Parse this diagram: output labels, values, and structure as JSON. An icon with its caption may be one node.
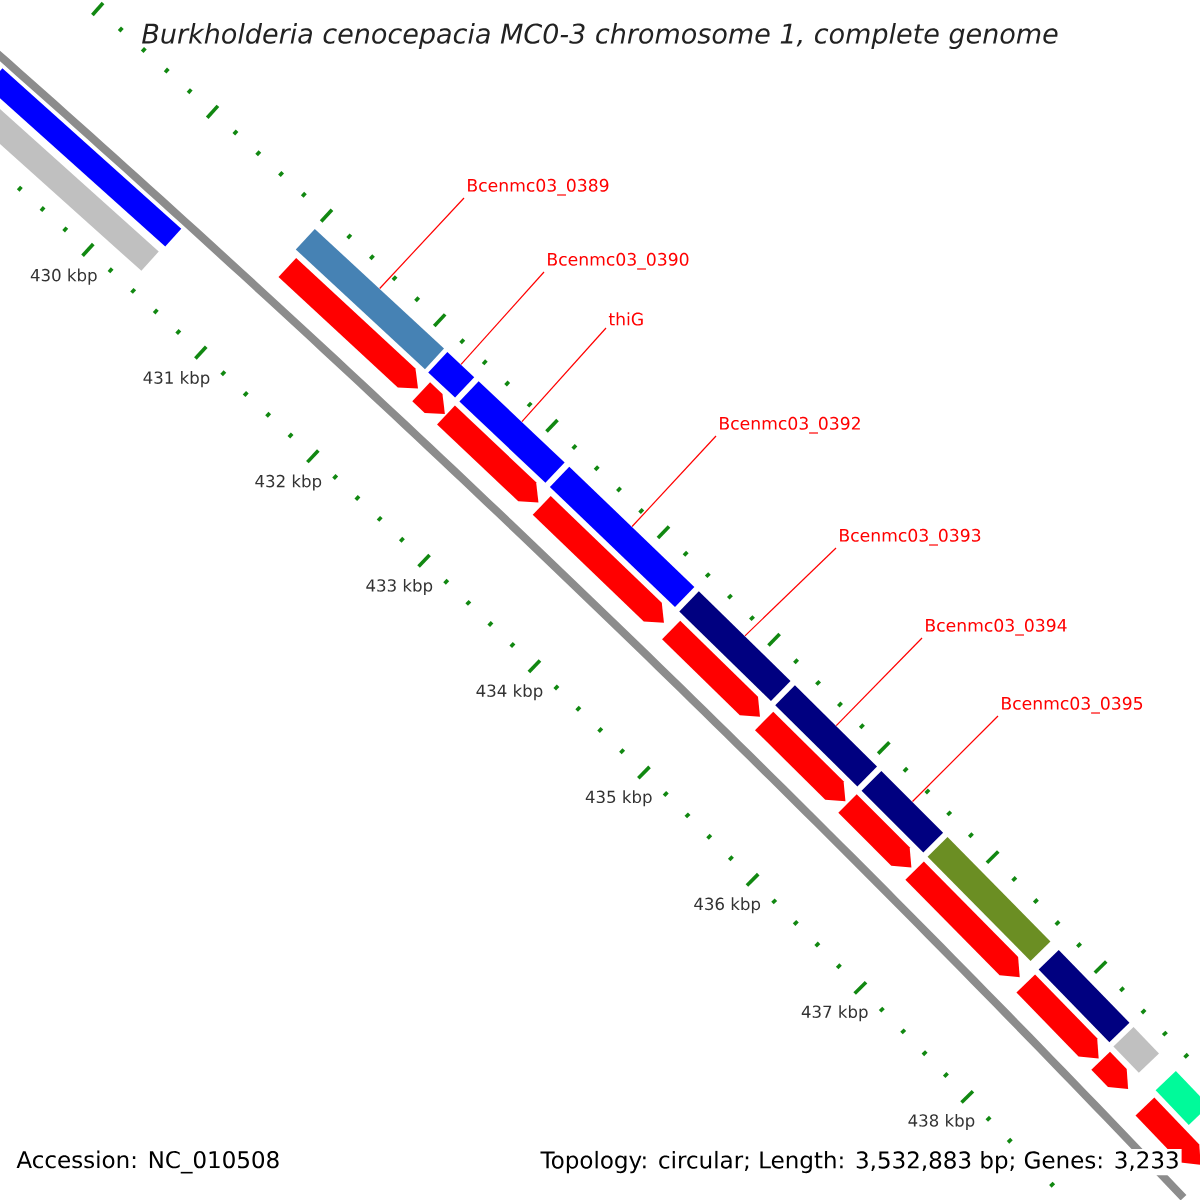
{
  "diagram": {
    "title": "Burkholderia cenocepacia MC0-3 chromosome 1, complete genome",
    "nodes": [
      {
        "text": [
          "Bcenmc03_0389"
        ]
      },
      {
        "text": [
          "Bcenmc03_0390"
        ]
      },
      {
        "text": [
          "thiG"
        ]
      },
      {
        "text": [
          "Bcenmc03_0392"
        ]
      },
      {
        "text": [
          "Bcenmc03_0393"
        ]
      },
      {
        "text": [
          "Bcenmc03_0394"
        ]
      },
      {
        "text": [
          "Bcenmc03_0395"
        ]
      },
      {
        "text": [],
        "shape": "bar"
      },
      {
        "text": [],
        "shape": "bar"
      },
      {
        "text": [],
        "shape": "bar"
      },
      {
        "text": [],
        "shape": "bar"
      },
      {
        "text": [],
        "shape": "bar"
      },
      {
        "text": [],
        "shape": "bar"
      },
      {
        "text": [],
        "shape": "bar"
      },
      {
        "text": [],
        "shape": "bar"
      },
      {
        "text": [],
        "shape": "bar"
      },
      {
        "text": [],
        "shape": "bar"
      },
      {
        "text": [],
        "shape": "bar"
      },
      {
        "text": [],
        "shape": "bar"
      },
      {
        "text": [],
        "shape": "bar"
      },
      {
        "text": [],
        "shape": "arrow"
      },
      {
        "text": [],
        "shape": "arrow"
      },
      {
        "text": [],
        "shape": "arrow"
      },
      {
        "text": [],
        "shape": "arrow"
      },
      {
        "text": [],
        "shape": "arrow"
      },
      {
        "text": [],
        "shape": "arrow"
      },
      {
        "text": [],
        "shape": "arrow"
      },
      {
        "text": [],
        "shape": "arrow"
      },
      {
        "text": [],
        "shape": "arrow"
      },
      {
        "text": [],
        "shape": "arrow"
      },
      {
        "text": [],
        "shape": "arrow"
      }
    ],
    "edges": [
      {
        "from": 0,
        "to": 7,
        "arrow": "none"
      },
      {
        "from": 1,
        "to": 8,
        "arrow": "none"
      },
      {
        "from": 2,
        "to": 9,
        "arrow": "none"
      },
      {
        "from": 3,
        "to": 10,
        "arrow": "none"
      },
      {
        "from": 4,
        "to": 11,
        "arrow": "none"
      },
      {
        "from": 5,
        "to": 12,
        "arrow": "none"
      },
      {
        "from": 6,
        "to": 13,
        "arrow": "none"
      }
    ],
    "labels": [
      "430 kbp",
      "431 kbp",
      "432 kbp",
      "433 kbp",
      "434 kbp",
      "435 kbp",
      "436 kbp",
      "437 kbp",
      "438 kbp",
      "Accession: NC_010508",
      "Topology: circular; Length: 3,532,883 bp; Genes: 3,233"
    ]
  }
}
